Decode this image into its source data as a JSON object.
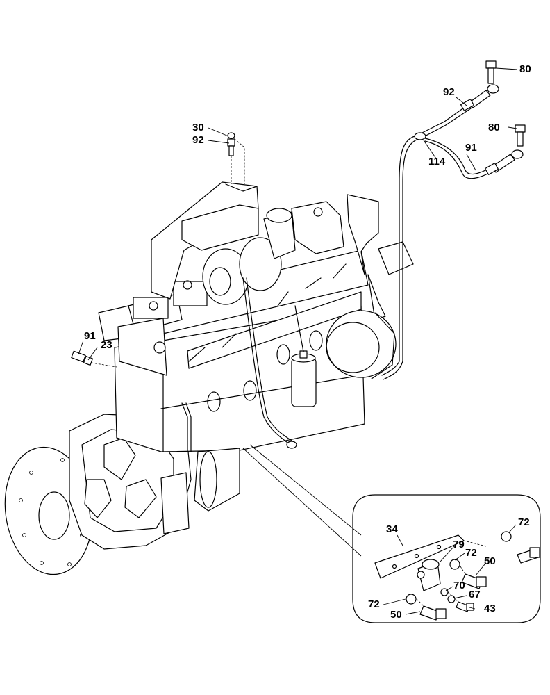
{
  "callouts": {
    "c80a": "80",
    "c92a": "92",
    "c80b": "80",
    "c91a": "91",
    "c114": "114",
    "c30": "30",
    "c92b": "92",
    "c91b": "91",
    "c23": "23",
    "c34": "34",
    "c79": "79",
    "c72a": "72",
    "c72b": "72",
    "c50a": "50",
    "c70": "70",
    "c67": "67",
    "c72c": "72",
    "c50b": "50",
    "c43": "43"
  }
}
